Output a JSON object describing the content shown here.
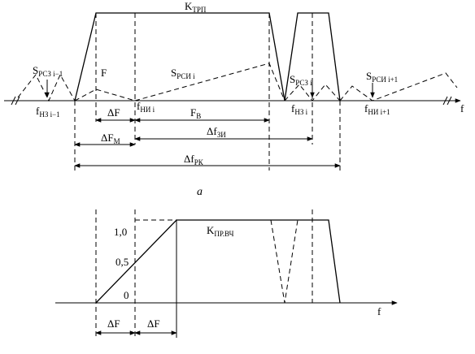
{
  "top": {
    "k_trp": {
      "main": "K",
      "sub": "ТРП"
    },
    "s_rsz_prev": {
      "main": "S",
      "sub": "РСЗ i−1"
    },
    "f_label": {
      "main": "F",
      "sub": ""
    },
    "s_rsi": {
      "main": "S",
      "sub": "РСИ i"
    },
    "s_rsz": {
      "main": "S",
      "sub": "РСЗ i"
    },
    "s_rsi_next": {
      "main": "S",
      "sub": "РСИ i+1"
    },
    "f_nz_prev": {
      "main": "f",
      "sub": "НЗ i−1"
    },
    "f_ni": {
      "main": "f",
      "sub": "НИ i"
    },
    "f_nz": {
      "main": "f",
      "sub": "НЗ i"
    },
    "f_ni_next": {
      "main": "f",
      "sub": "НИ i+1"
    },
    "f_axis": {
      "main": "f",
      "sub": ""
    },
    "delta_f": {
      "main": "ΔF",
      "sub": ""
    },
    "f_v": {
      "main": "F",
      "sub": "В"
    },
    "delta_f_m": {
      "main": "ΔF",
      "sub": "М"
    },
    "delta_f_zi": {
      "main": "Δf",
      "sub": "ЗИ"
    },
    "delta_f_rk": {
      "main": "Δf",
      "sub": "РК"
    }
  },
  "caption": "а",
  "bottom": {
    "k_pr": {
      "main": "K",
      "sub": "ПР.ВЧ"
    },
    "y_ticks": [
      "1,0",
      "0,5",
      "0"
    ],
    "f_axis": "f",
    "delta_f_left": "ΔF",
    "delta_f_right": "ΔF"
  }
}
